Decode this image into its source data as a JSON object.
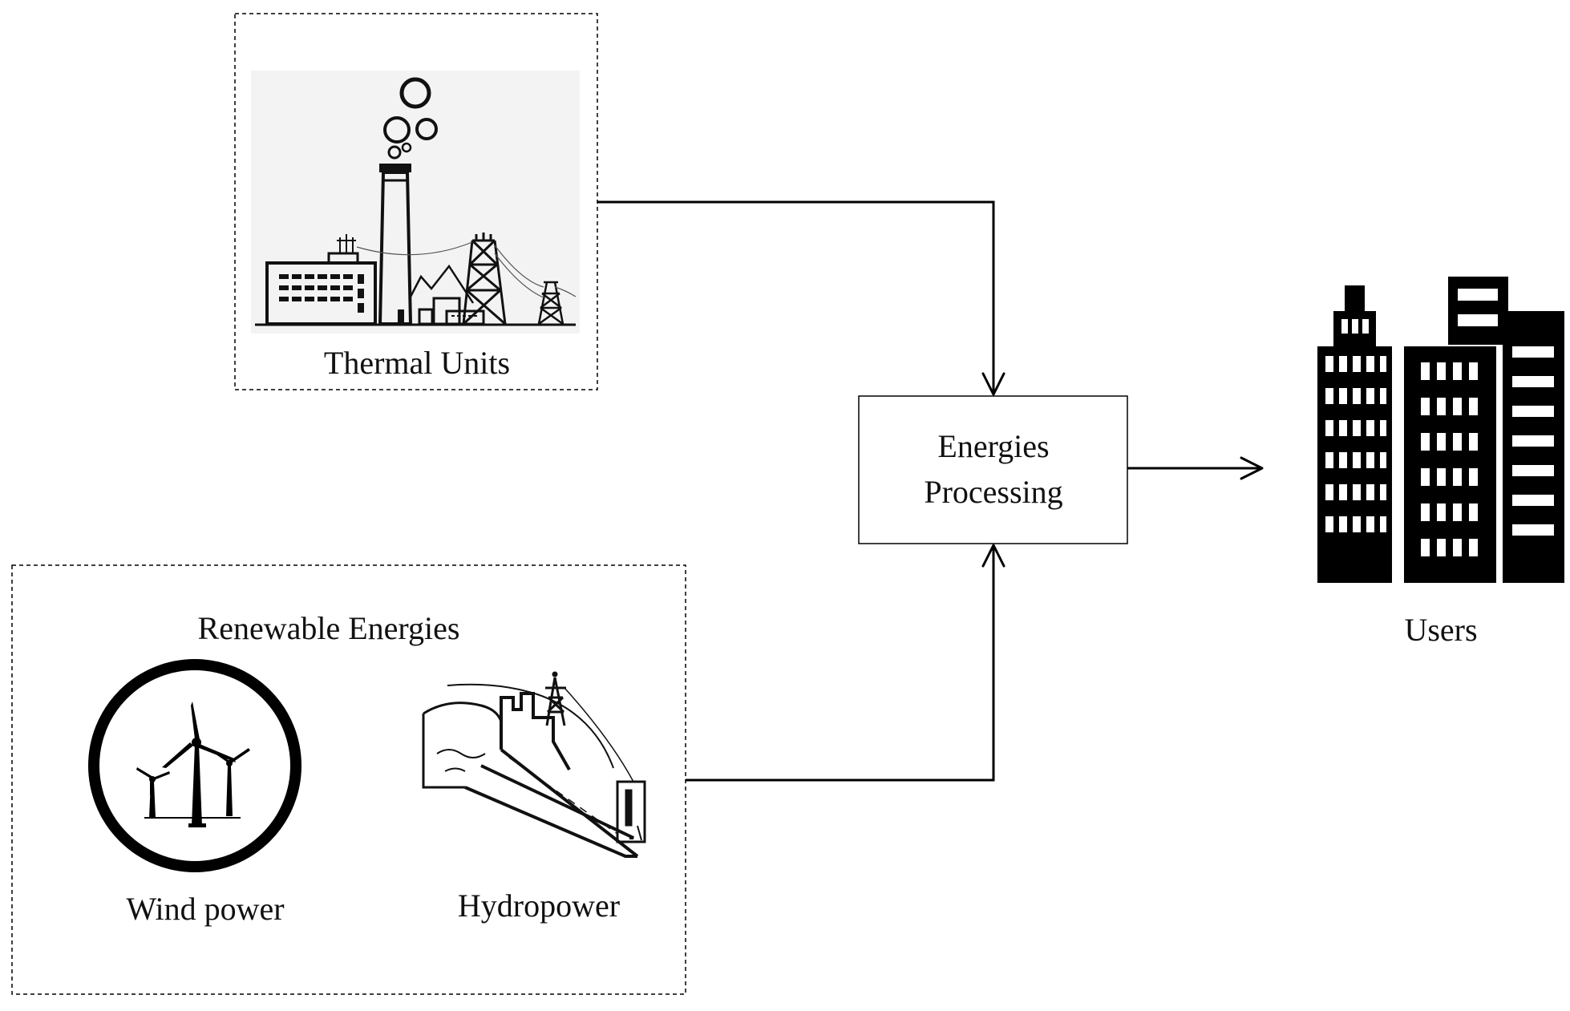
{
  "nodes": {
    "thermal_units": {
      "label": "Thermal Units",
      "icon": "power-plant-icon"
    },
    "renewable_energies": {
      "label": "Renewable Energies"
    },
    "wind_power": {
      "label": "Wind power",
      "icon": "wind-turbine-icon"
    },
    "hydropower": {
      "label": "Hydropower",
      "icon": "hydropower-dam-icon"
    },
    "energies_processing": {
      "line1": "Energies",
      "line2": "Processing"
    },
    "users": {
      "label": "Users",
      "icon": "city-buildings-icon"
    }
  },
  "edges": [
    {
      "from": "thermal_units",
      "to": "energies_processing"
    },
    {
      "from": "renewable_energies",
      "to": "energies_processing"
    },
    {
      "from": "energies_processing",
      "to": "users"
    }
  ],
  "colors": {
    "stroke": "#000000",
    "background": "#ffffff",
    "plant_backdrop": "#f2f2f2"
  }
}
